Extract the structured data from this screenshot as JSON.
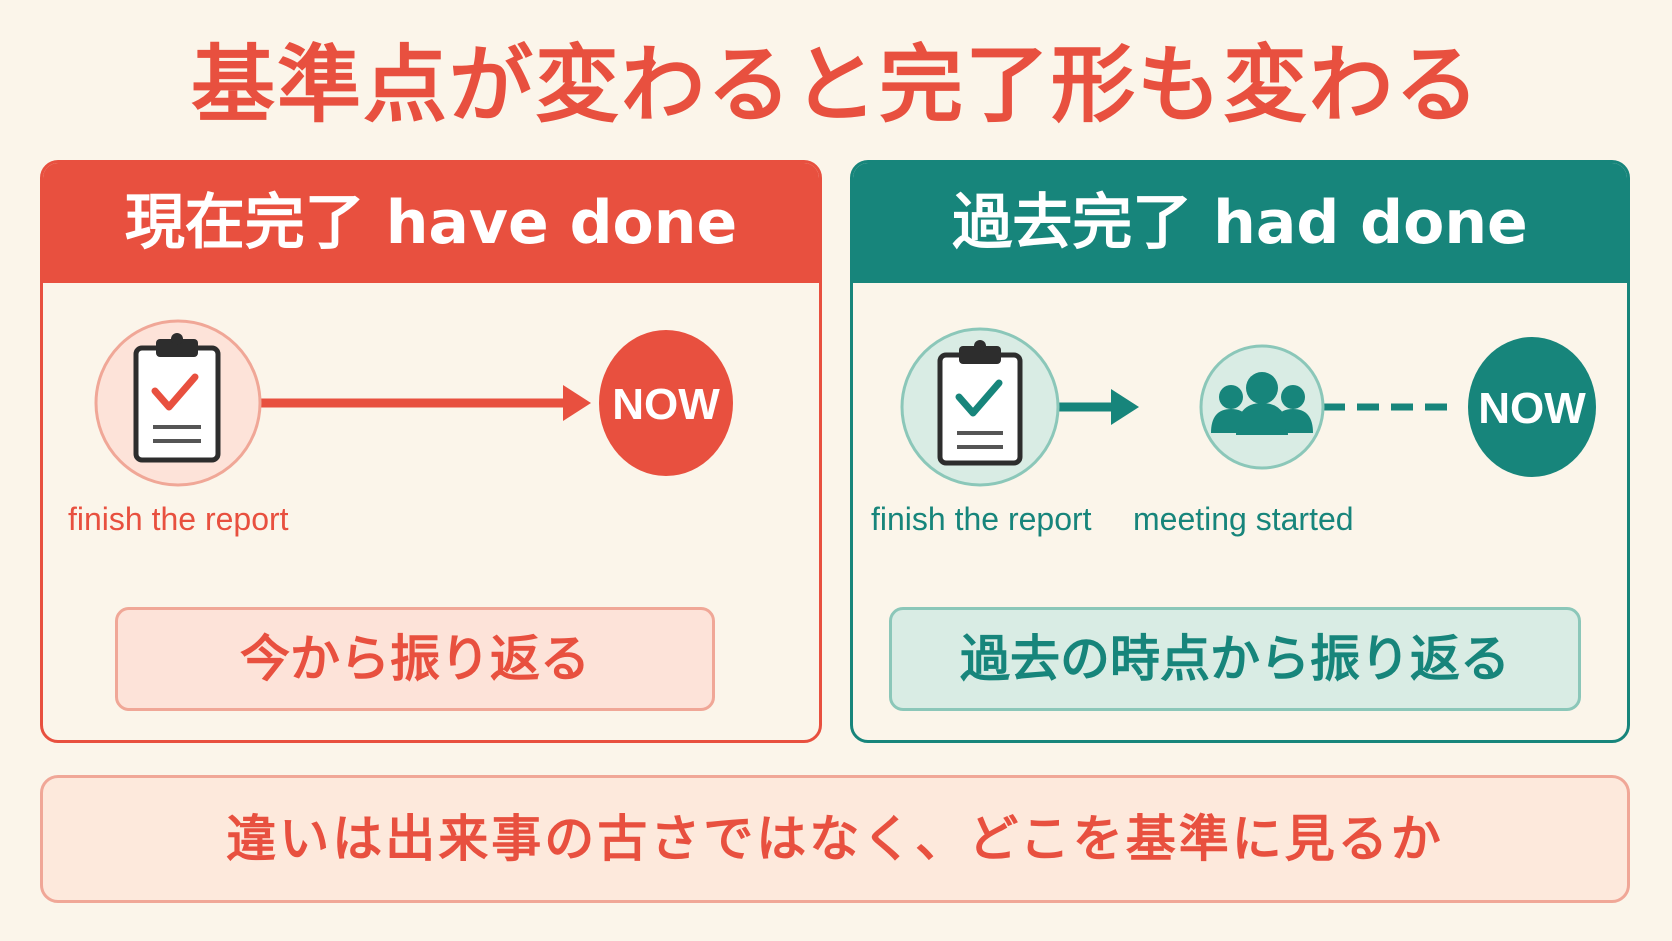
{
  "title": "基準点が変わると完了形も変わる",
  "left_panel": {
    "header": "現在完了 have done",
    "nodes": [
      {
        "label": "finish the report",
        "icon": "clipboard-check-icon"
      },
      {
        "label": "NOW"
      }
    ],
    "caption": "今から振り返る"
  },
  "right_panel": {
    "header": "過去完了 had done",
    "nodes": [
      {
        "label": "finish the report",
        "icon": "clipboard-check-icon"
      },
      {
        "label": "meeting started",
        "icon": "group-icon"
      },
      {
        "label": "NOW"
      }
    ],
    "caption": "過去の時点から振り返る"
  },
  "footer": "違いは出来事の古さではなく、どこを基準に見るか",
  "colors": {
    "red": "#e8503f",
    "teal": "#17857b",
    "background": "#fbf5ea"
  }
}
